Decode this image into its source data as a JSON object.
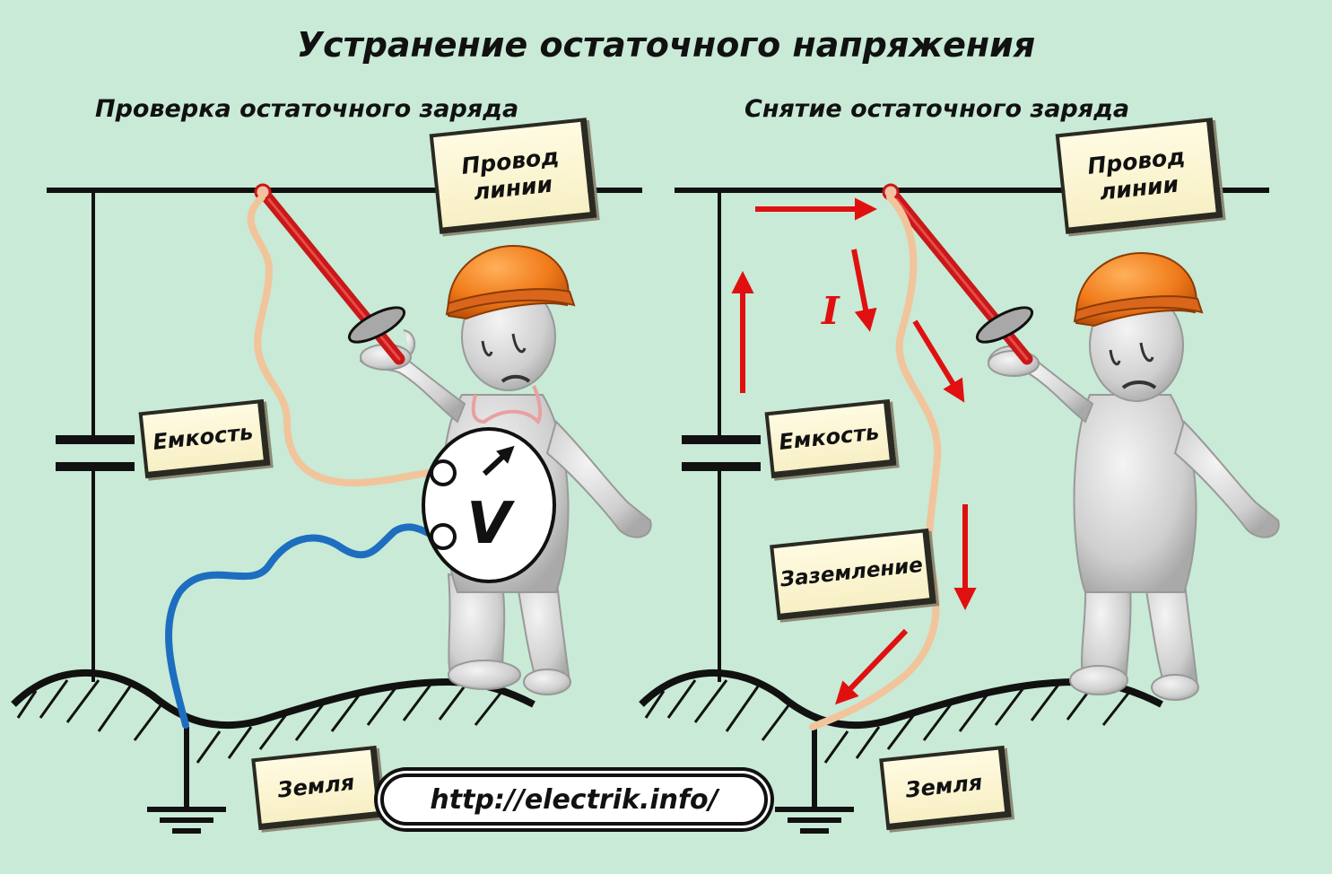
{
  "title": "Устранение остаточного напряжения",
  "left_panel": {
    "subtitle": "Проверка остаточного заряда",
    "wire_tag": "Провод линии",
    "capacitance_tag": "Емкость",
    "ground_tag": "Земля",
    "voltmeter_symbol": "V"
  },
  "right_panel": {
    "subtitle": "Снятие остаточного заряда",
    "wire_tag": "Провод линии",
    "capacitance_tag": "Емкость",
    "grounding_tag": "Заземление",
    "ground_tag": "Земля",
    "current_symbol": "I"
  },
  "url": "http://electrik.info/",
  "colors": {
    "background": "#c8ead6",
    "wire": "#111111",
    "rod": "#c81818",
    "lead_peach": "#f2c49c",
    "lead_blue": "#1e6ec0",
    "arrow": "#e01010",
    "helmet": "#f07a1a",
    "figure": "#d6d6d6"
  }
}
